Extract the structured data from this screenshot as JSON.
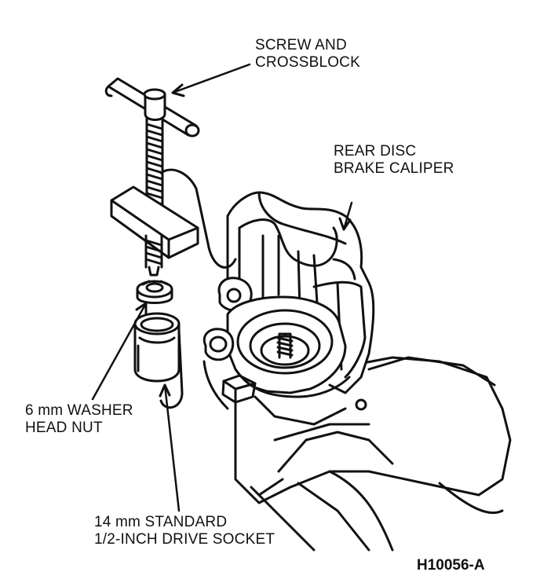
{
  "callouts": {
    "screw_crossblock": {
      "line1": "SCREW AND",
      "line2": "CROSSBLOCK"
    },
    "caliper": {
      "line1": "REAR DISC",
      "line2": "BRAKE CALIPER"
    },
    "washer_nut": {
      "line1": "6 mm WASHER",
      "line2": "HEAD NUT"
    },
    "socket": {
      "line1": "14 mm STANDARD",
      "line2": "1/2-INCH DRIVE SOCKET"
    }
  },
  "figure_code": "H10056-A",
  "colors": {
    "ink": "#111111",
    "paper": "#ffffff"
  }
}
